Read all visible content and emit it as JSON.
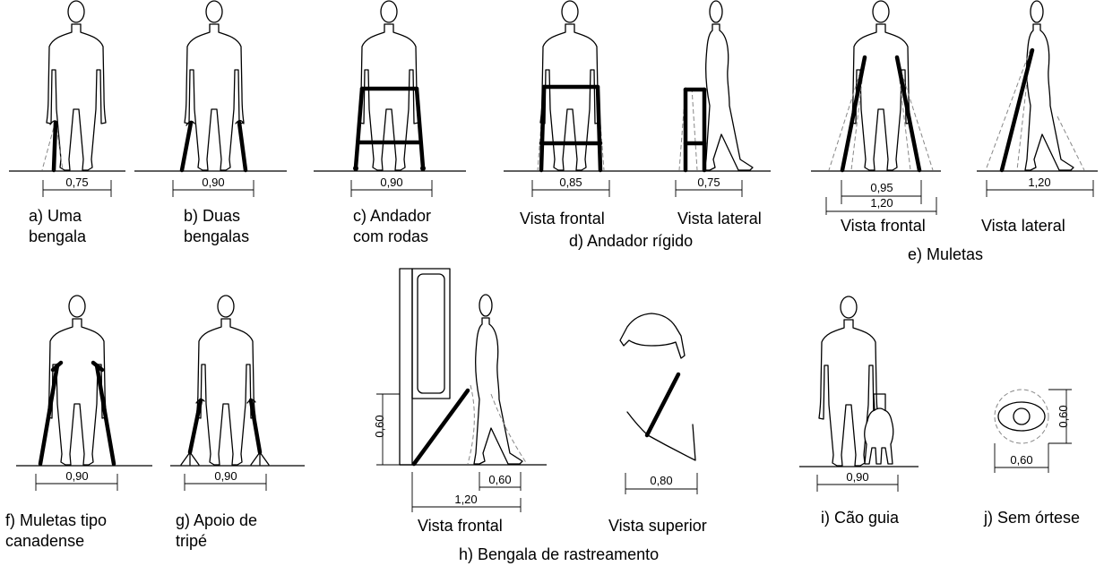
{
  "panels": {
    "a": {
      "caption_line1": "a) Uma",
      "caption_line2": "bengala",
      "width": "0,75"
    },
    "b": {
      "caption_line1": "b) Duas",
      "caption_line2": "bengalas",
      "width": "0,90"
    },
    "c": {
      "caption_line1": "c) Andador",
      "caption_line2": "com rodas",
      "width": "0,90"
    },
    "d": {
      "caption": "d) Andador rígido",
      "front_label": "Vista frontal",
      "side_label": "Vista lateral",
      "front_width": "0,85",
      "side_width": "0,75"
    },
    "e": {
      "caption": "e) Muletas",
      "front_label": "Vista frontal",
      "side_label": "Vista lateral",
      "front_width_inner": "0,95",
      "front_width_outer": "1,20",
      "side_width": "1,20"
    },
    "f": {
      "caption_line1": "f) Muletas tipo",
      "caption_line2": "canadense",
      "width": "0,90"
    },
    "g": {
      "caption_line1": "g) Apoio de",
      "caption_line2": "tripé",
      "width": "0,90"
    },
    "h": {
      "caption": "h) Bengala de rastreamento",
      "front_label": "Vista frontal",
      "top_label": "Vista superior",
      "height": "0,60",
      "width_inner": "0,60",
      "width_outer": "1,20",
      "sweep": "0,80"
    },
    "i": {
      "caption": "i) Cão guia",
      "width": "0,90"
    },
    "j": {
      "caption": "j) Sem órtese",
      "width": "0,60",
      "depth": "0,60"
    }
  }
}
